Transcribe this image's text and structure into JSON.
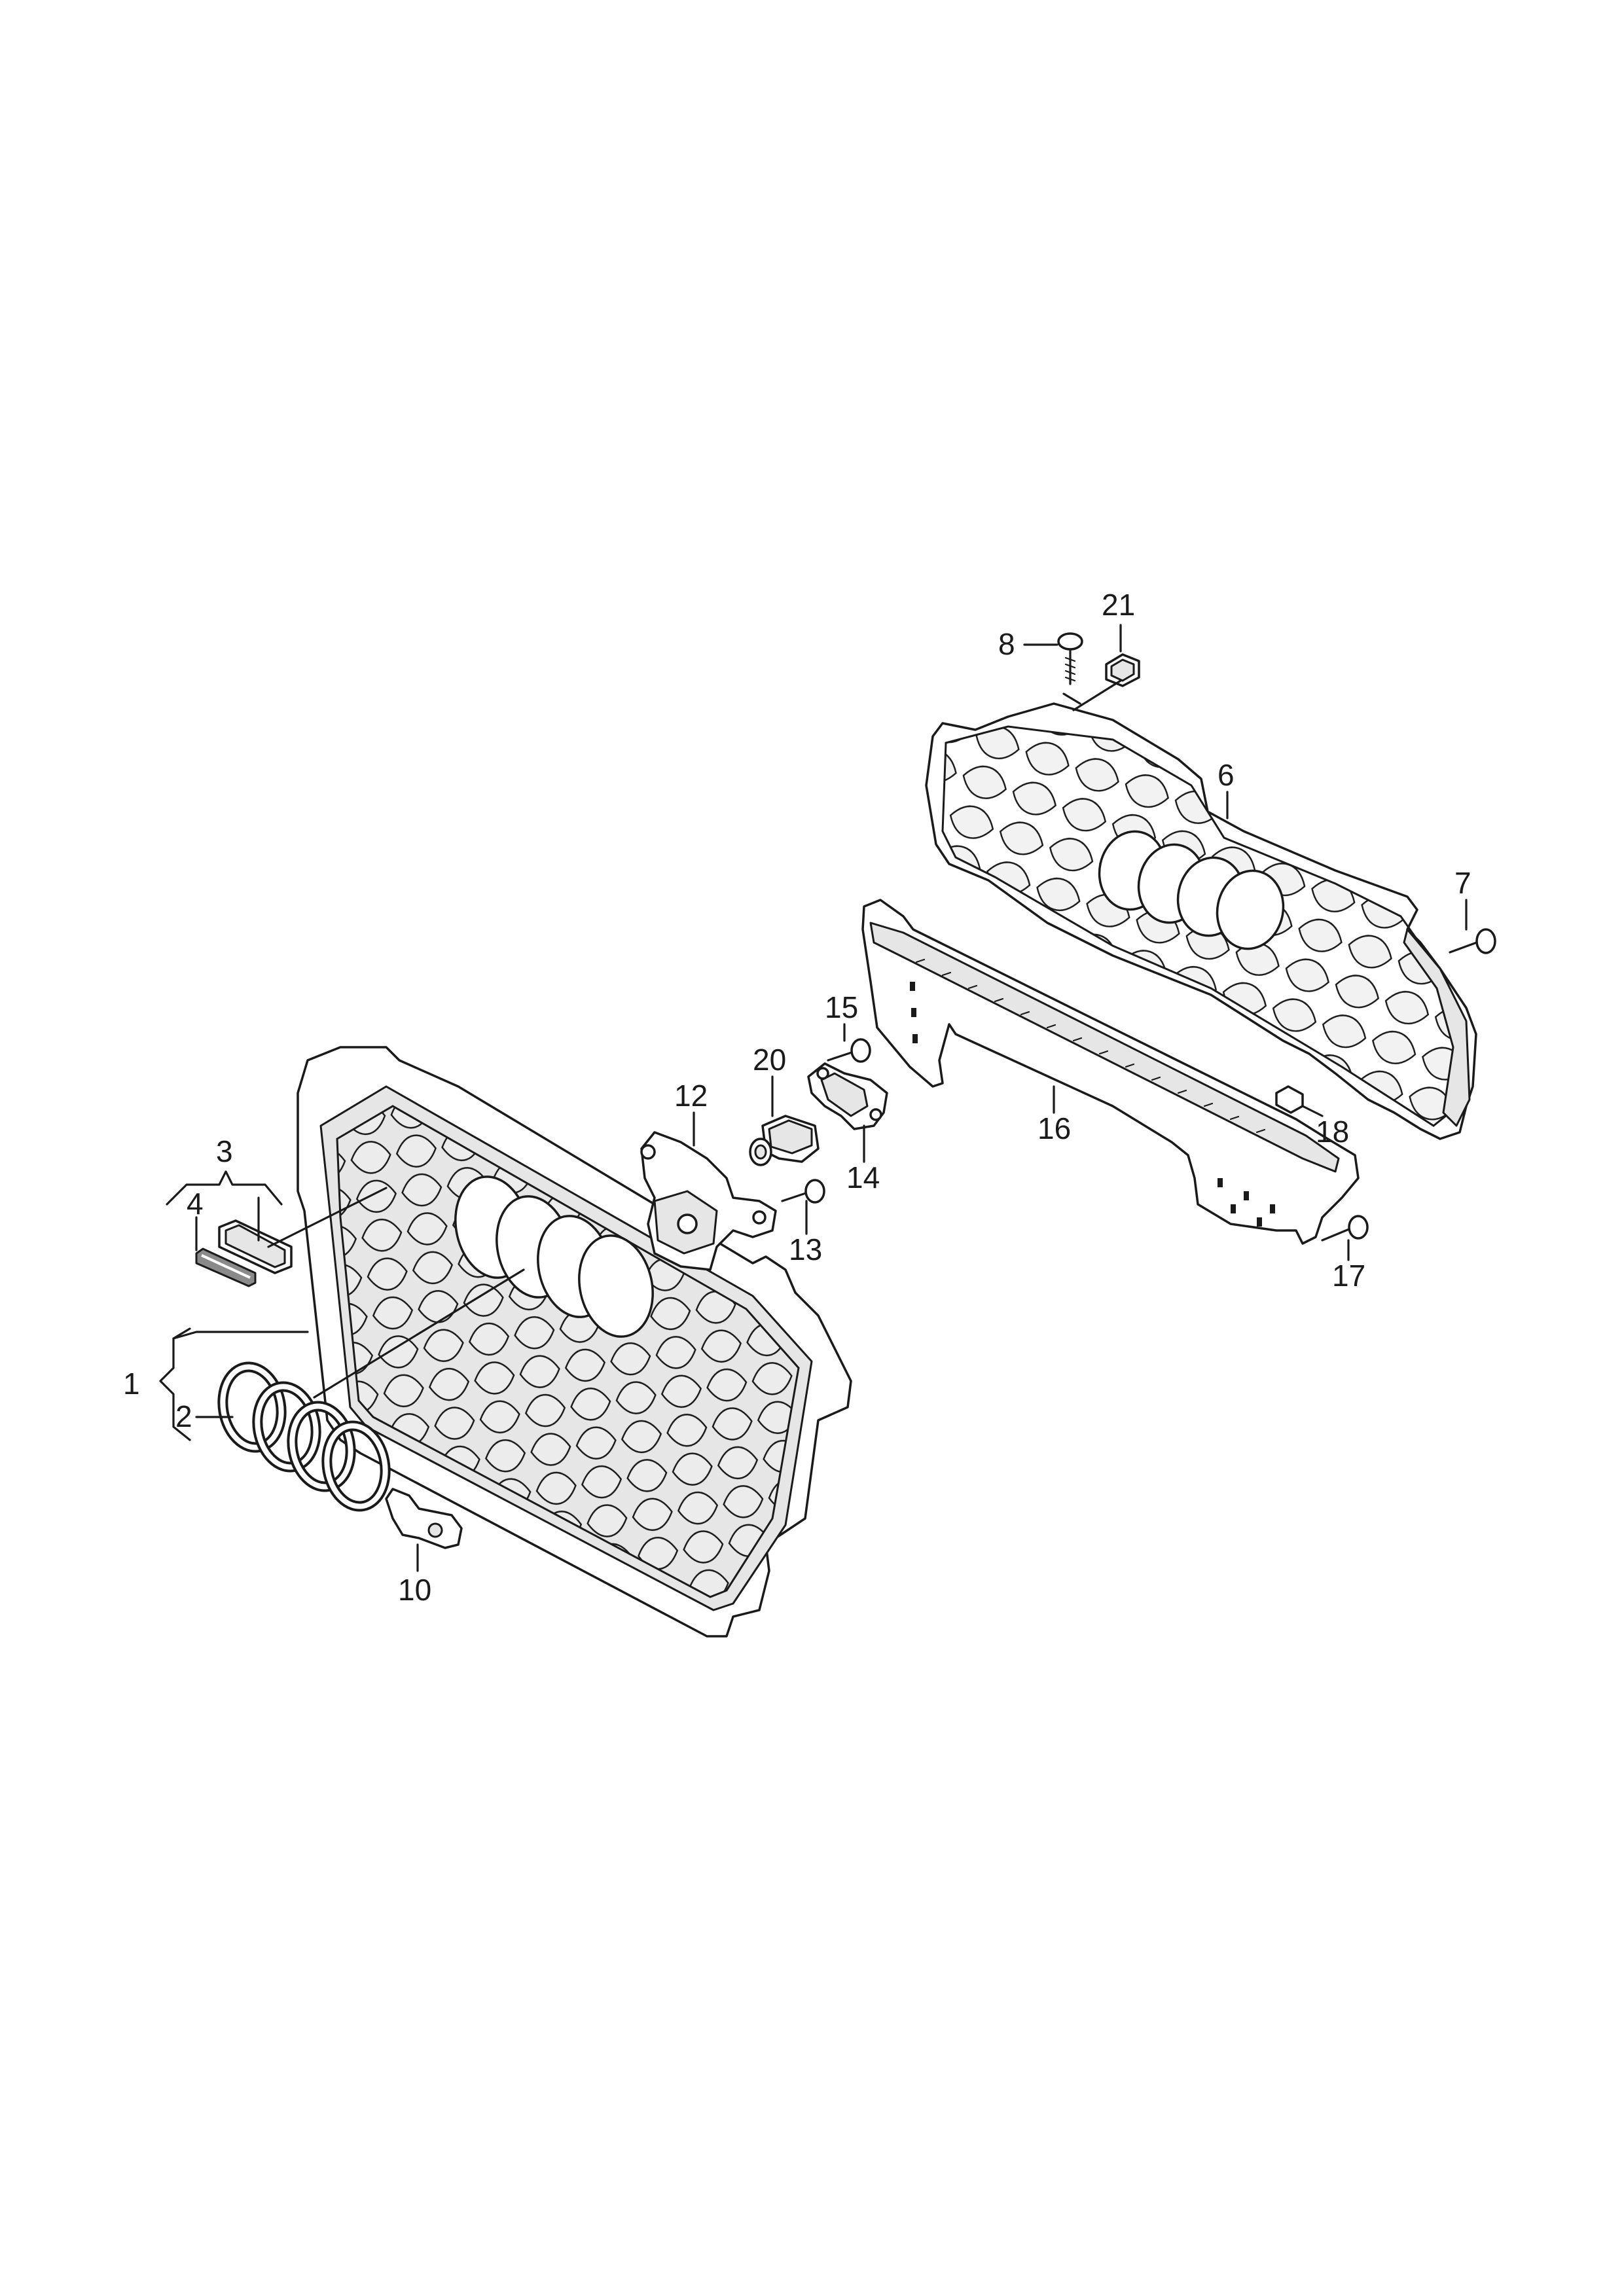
{
  "callouts": [
    {
      "id": "c1",
      "text": "1"
    },
    {
      "id": "c2",
      "text": "2"
    },
    {
      "id": "c3",
      "text": "3"
    },
    {
      "id": "c4",
      "text": "4"
    },
    {
      "id": "c6",
      "text": "6"
    },
    {
      "id": "c7",
      "text": "7"
    },
    {
      "id": "c8",
      "text": "8"
    },
    {
      "id": "c10",
      "text": "10"
    },
    {
      "id": "c12",
      "text": "12"
    },
    {
      "id": "c13",
      "text": "13"
    },
    {
      "id": "c14",
      "text": "14"
    },
    {
      "id": "c15",
      "text": "15"
    },
    {
      "id": "c16",
      "text": "16"
    },
    {
      "id": "c17",
      "text": "17"
    },
    {
      "id": "c18",
      "text": "18"
    },
    {
      "id": "c20",
      "text": "20"
    },
    {
      "id": "c21",
      "text": "21"
    }
  ],
  "colors": {
    "ink": "#1a1a1a",
    "background": "#ffffff",
    "shade": "#e6e6e6"
  }
}
